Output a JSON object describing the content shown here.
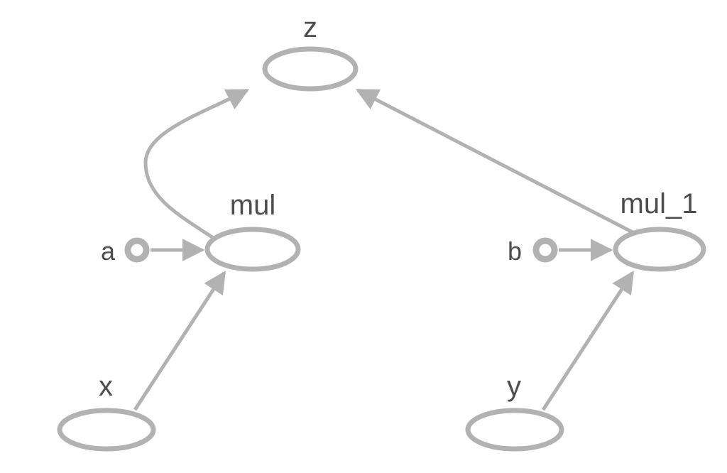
{
  "diagram": {
    "type": "computation-graph",
    "nodes": {
      "z": {
        "label": "z"
      },
      "mul": {
        "label": "mul"
      },
      "mul_1": {
        "label": "mul_1"
      },
      "x": {
        "label": "x"
      },
      "y": {
        "label": "y"
      }
    },
    "ports": {
      "a": {
        "label": "a"
      },
      "b": {
        "label": "b"
      }
    },
    "edges": [
      {
        "from": "x",
        "to": "mul"
      },
      {
        "from": "a",
        "to": "mul"
      },
      {
        "from": "mul",
        "to": "z"
      },
      {
        "from": "y",
        "to": "mul_1"
      },
      {
        "from": "b",
        "to": "mul_1"
      },
      {
        "from": "mul_1",
        "to": "z"
      }
    ],
    "colors": {
      "edge": "#b2b2b2",
      "node_stroke": "#b2b2b2",
      "label": "#4d4d4d",
      "background": "#ffffff"
    }
  }
}
